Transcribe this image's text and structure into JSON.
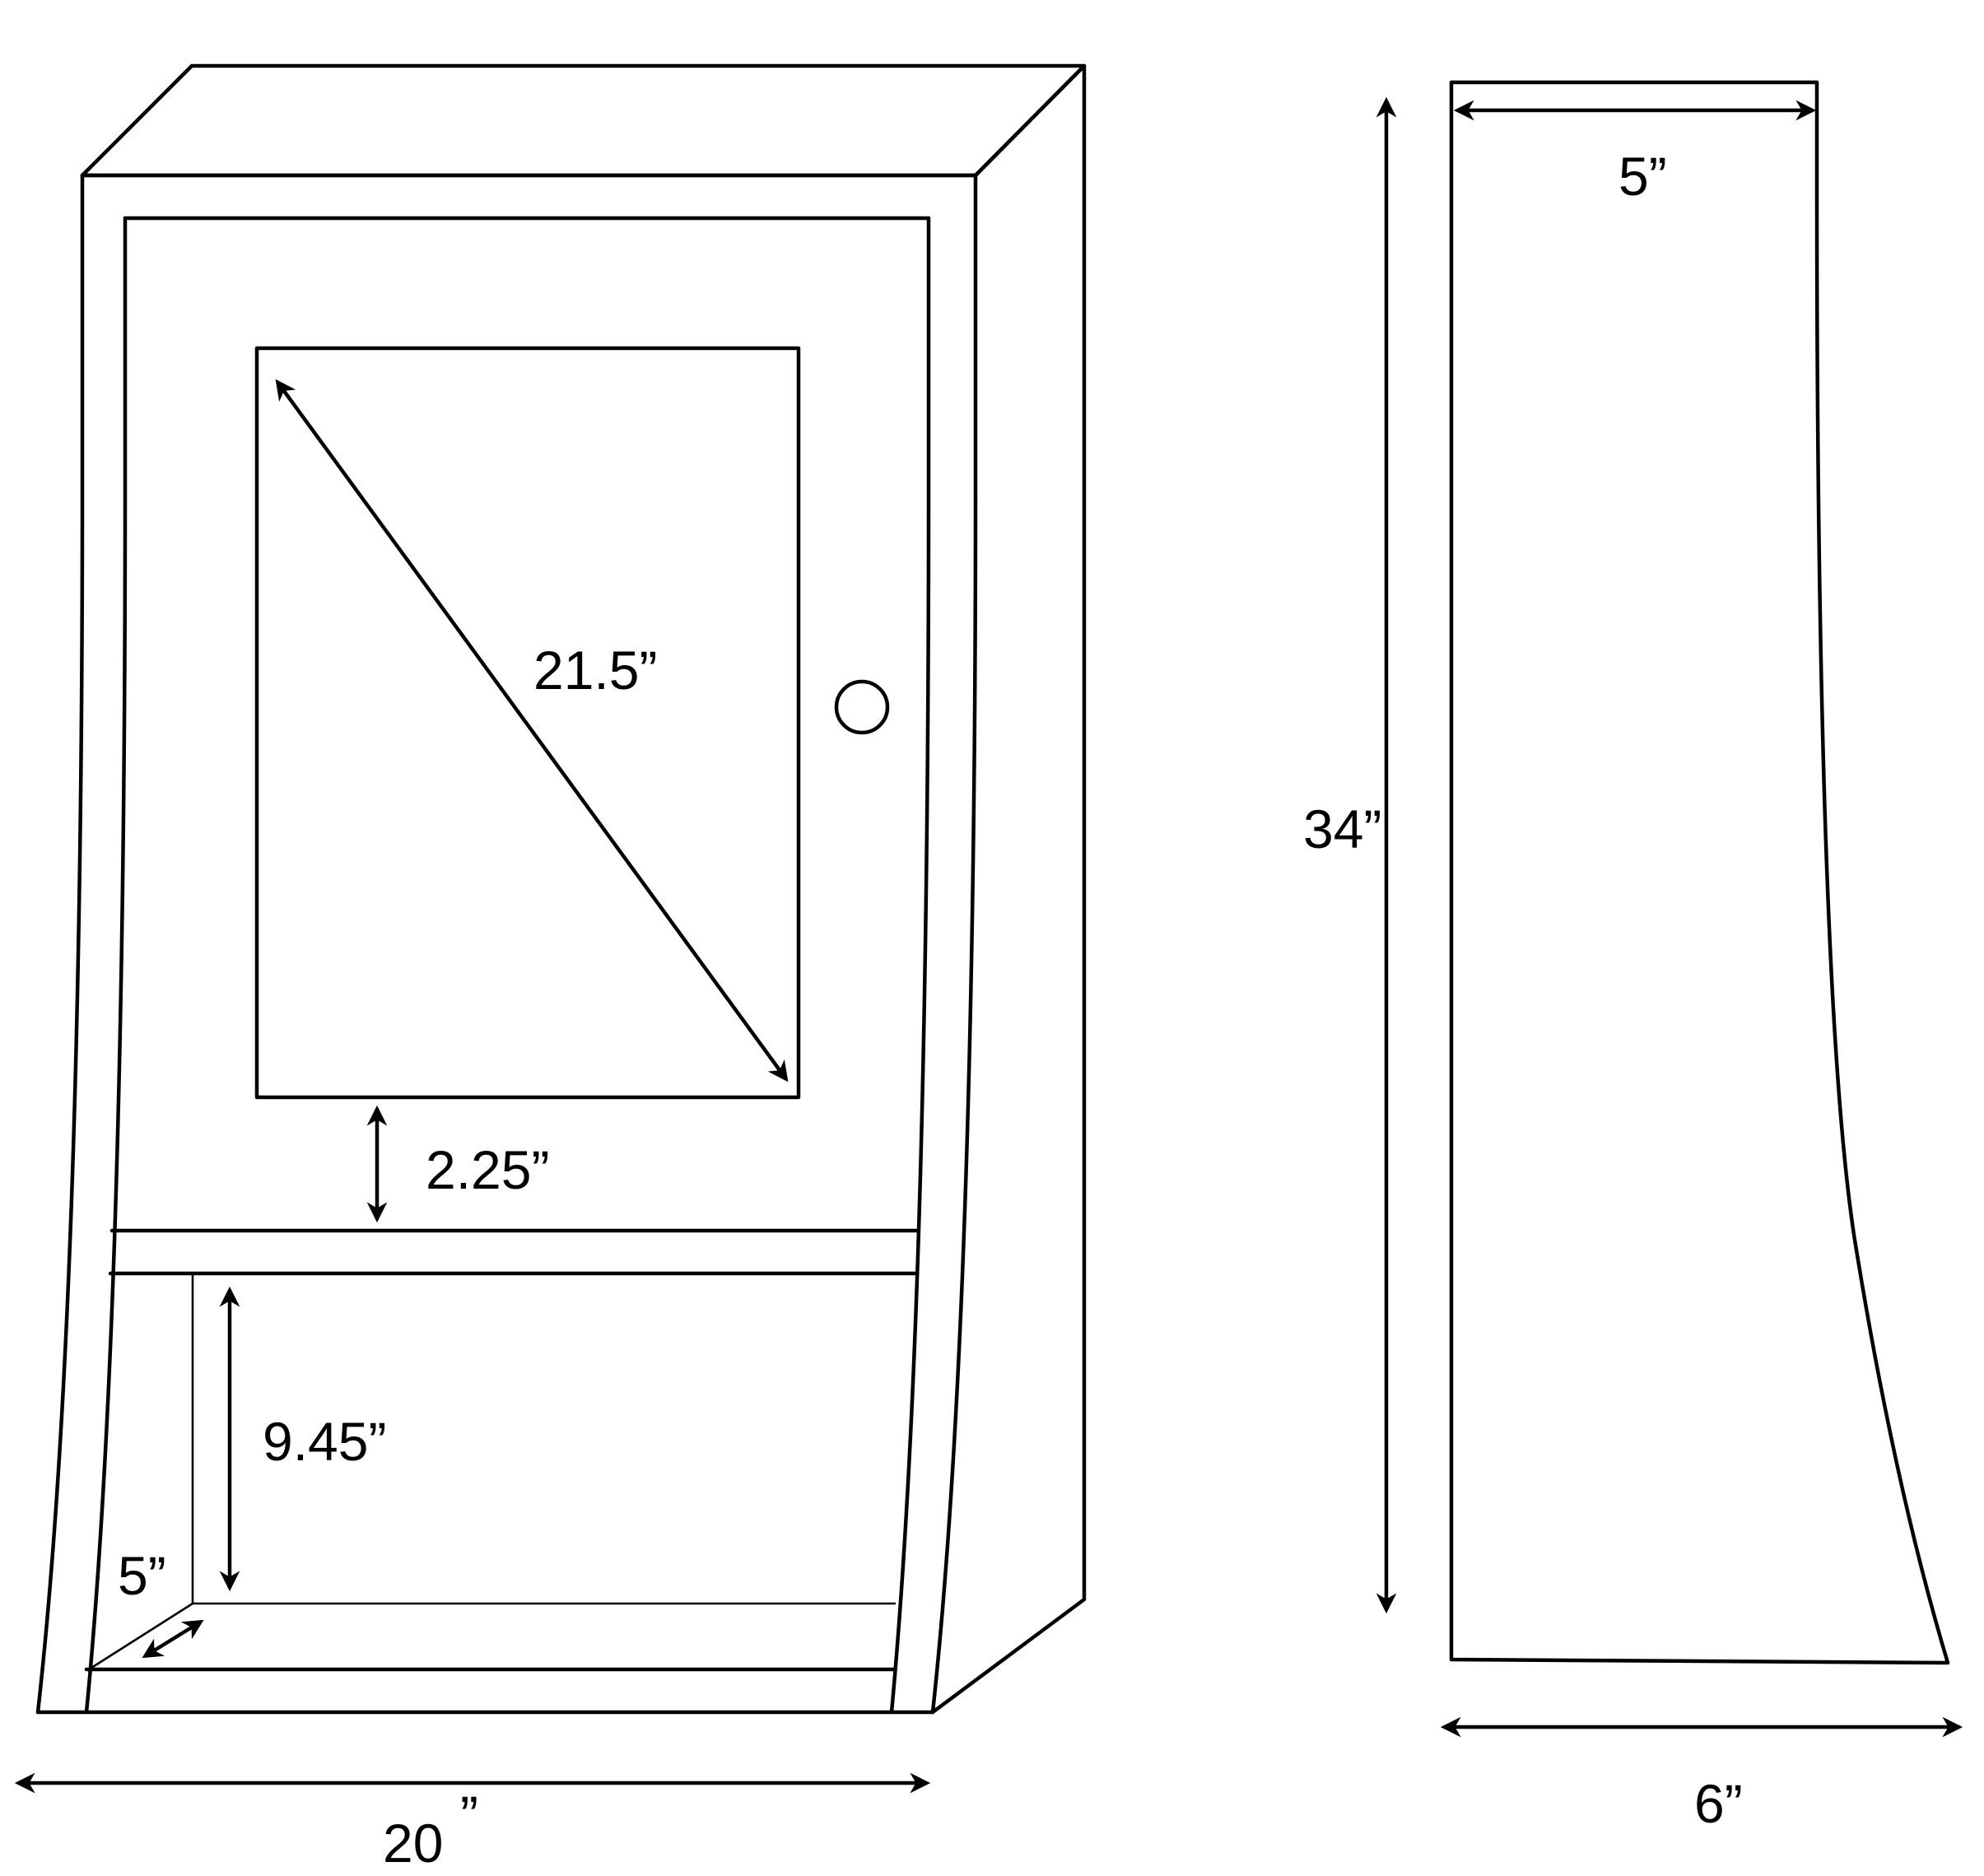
{
  "diagram": {
    "front": {
      "width_label": "20",
      "width_unit": "”",
      "door_diagonal_label": "21.5”",
      "gap_below_door_label": "2.25”",
      "shelf_height_label": "9.45”",
      "shelf_depth_label": "5”"
    },
    "side": {
      "height_label": "34”",
      "top_depth_label": "5”",
      "bottom_depth_label": "6”"
    }
  }
}
